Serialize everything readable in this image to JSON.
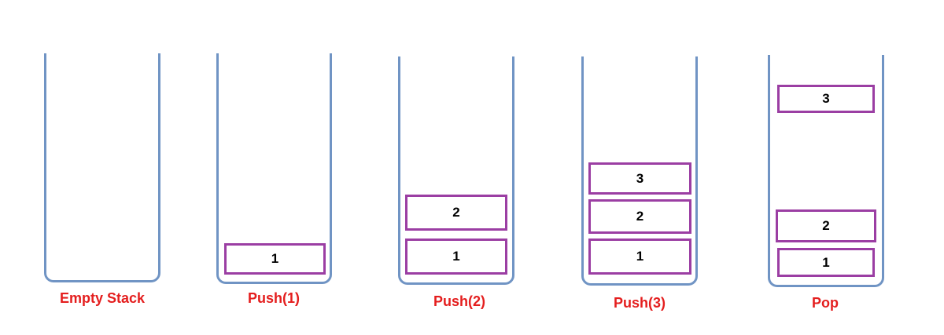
{
  "colors": {
    "stack_outline": "#7094c4",
    "item_border": "#9b3ea3",
    "caption_text": "#e41e1e",
    "item_text": "#000000"
  },
  "stacks": [
    {
      "label": "Empty Stack",
      "items": []
    },
    {
      "label": "Push(1)",
      "items": [
        "1"
      ]
    },
    {
      "label": "Push(2)",
      "items": [
        "1",
        "2"
      ]
    },
    {
      "label": "Push(3)",
      "items": [
        "1",
        "2",
        "3"
      ]
    },
    {
      "label": "Pop",
      "items": [
        "1",
        "2"
      ],
      "popped": "3"
    }
  ]
}
